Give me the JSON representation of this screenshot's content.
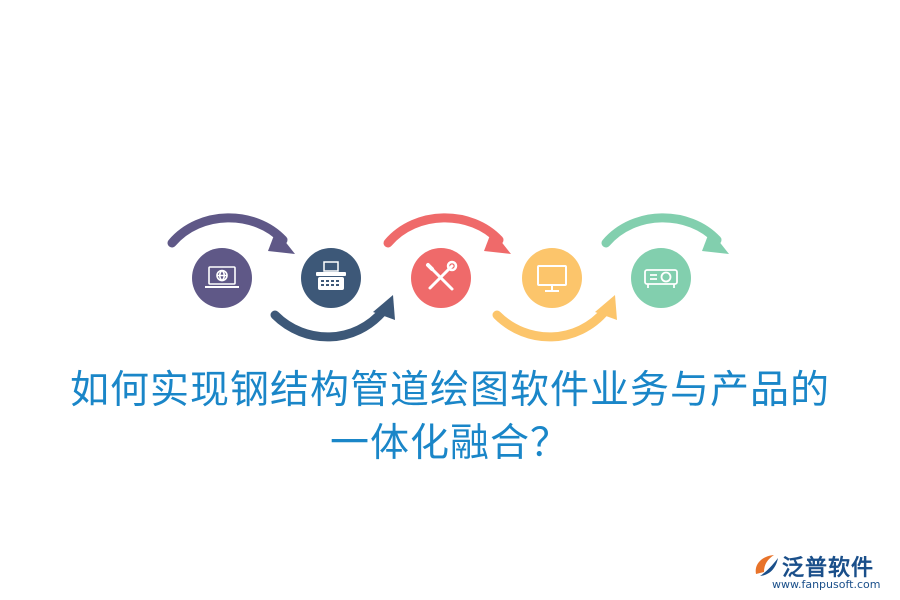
{
  "colors": {
    "purple": "#5f5887",
    "navy": "#3d5878",
    "red": "#ef6a6a",
    "yellow": "#fcc56b",
    "green": "#82cfae",
    "title": "#1a86c8",
    "logo": "#1a4f8a"
  },
  "steps": [
    {
      "icon": "laptop-globe-icon",
      "color": "#5f5887"
    },
    {
      "icon": "typewriter-icon",
      "color": "#3d5878"
    },
    {
      "icon": "tools-icon",
      "color": "#ef6a6a"
    },
    {
      "icon": "monitor-icon",
      "color": "#fcc56b"
    },
    {
      "icon": "projector-icon",
      "color": "#82cfae"
    }
  ],
  "title": {
    "line1": "如何实现钢结构管道绘图软件业务与产品的",
    "line2": "一体化融合？"
  },
  "logo": {
    "name": "泛普软件",
    "url": "www.fanpusoft.com"
  }
}
